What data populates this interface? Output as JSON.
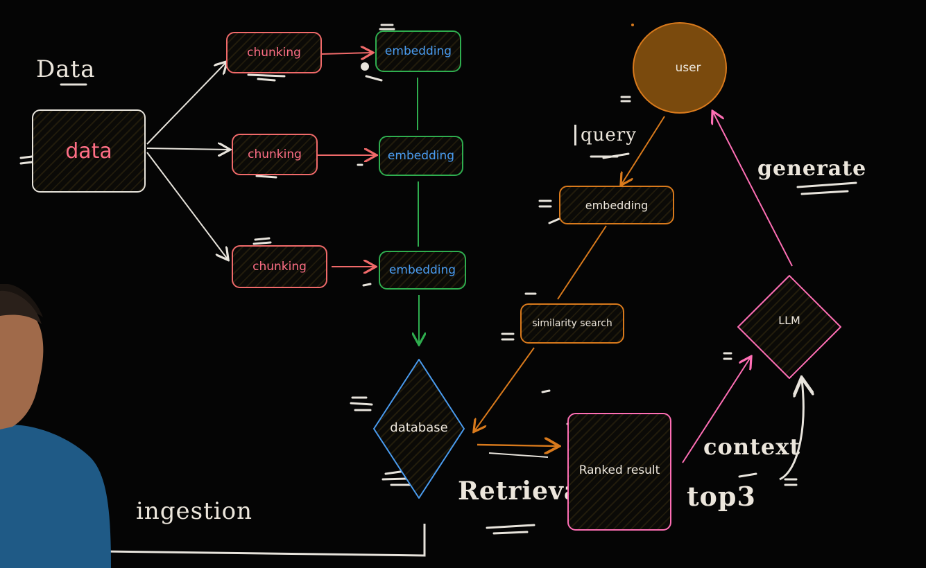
{
  "annotations": {
    "data_heading": "Data",
    "query": "query",
    "generate": "generate",
    "retrieval": "Retrieval",
    "context": "context",
    "top3": "top3",
    "ingestion": "ingestion"
  },
  "ingestion": {
    "data_node": "data",
    "chunk_1": "chunking",
    "chunk_2": "chunking",
    "chunk_3": "chunking",
    "embed_1": "embedding",
    "embed_2": "embedding",
    "embed_3": "embedding",
    "database": "database"
  },
  "retrieval": {
    "user": "user",
    "query_embedding": "embedding",
    "similarity": "similarity search",
    "ranked": "Ranked result",
    "llm": "LLM"
  },
  "colors": {
    "background": "#050505",
    "white": "#e8e4dc",
    "pink": "#ff6f86",
    "salmon": "#f06a6a",
    "green": "#2fae4f",
    "blue": "#4a9cf0",
    "orange": "#d97a1c",
    "user_fill": "#7a4a0d",
    "magenta": "#ff6fb5"
  }
}
